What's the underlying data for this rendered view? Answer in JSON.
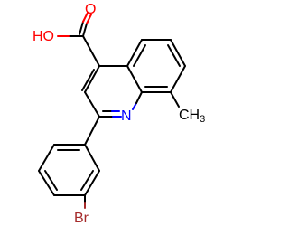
{
  "molecule": {
    "labels": {
      "hydroxyl": "HO",
      "carbonyl_oxygen": "O",
      "ring_nitrogen": "N",
      "methyl": "CH",
      "methyl_subscript": "3",
      "bromine": "Br"
    },
    "colors": {
      "carbon": "#000000",
      "oxygen": "#ff0000",
      "nitrogen": "#0000ff",
      "bromine": "#a52a2a"
    }
  }
}
